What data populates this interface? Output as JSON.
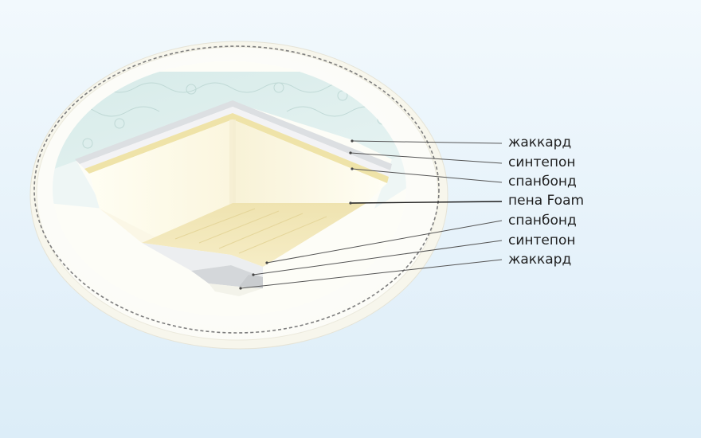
{
  "colors": {
    "background": "#e6f2fa",
    "jacquard": "#e2e4e6",
    "sintepon": "#f1f2f4",
    "spanbond": "#efe3a8",
    "foam": "#fffde9",
    "leader_line": "#555555"
  },
  "layers": [
    {
      "id": "top-jacquard",
      "label": "жаккард"
    },
    {
      "id": "top-sintepon",
      "label": "синтепон"
    },
    {
      "id": "top-spanbond",
      "label": "спанбонд"
    },
    {
      "id": "foam",
      "label": "пена Foam"
    },
    {
      "id": "bottom-spanbond",
      "label": "спанбонд"
    },
    {
      "id": "bottom-sintepon",
      "label": "синтепон"
    },
    {
      "id": "bottom-jacquard",
      "label": "жаккард"
    }
  ]
}
